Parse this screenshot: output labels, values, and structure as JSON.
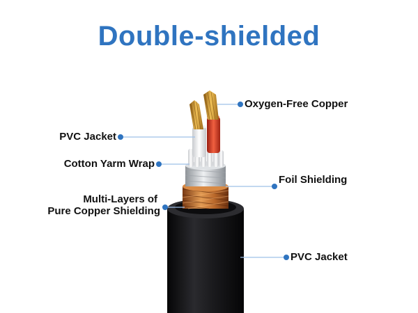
{
  "title": "Double-shielded",
  "colors": {
    "title": "#2f74c0",
    "callout_dot": "#2f74c0",
    "callout_line": "#9ec0e8",
    "jacket": "#151517",
    "copper": "#c8752e",
    "foil": "#c9ccd0",
    "conductor_red": "#e0462e"
  },
  "labels": {
    "oxygen_free_copper": "Oxygen-Free Copper",
    "pvc_jacket_inner": "PVC Jacket",
    "cotton_yarn_wrap": "Cotton Yarm Wrap",
    "foil_shielding": "Foil Shielding",
    "copper_shielding_line1": "Multi-Layers of",
    "copper_shielding_line2": "Pure Copper Shielding",
    "pvc_jacket_outer": "PVC Jacket"
  }
}
